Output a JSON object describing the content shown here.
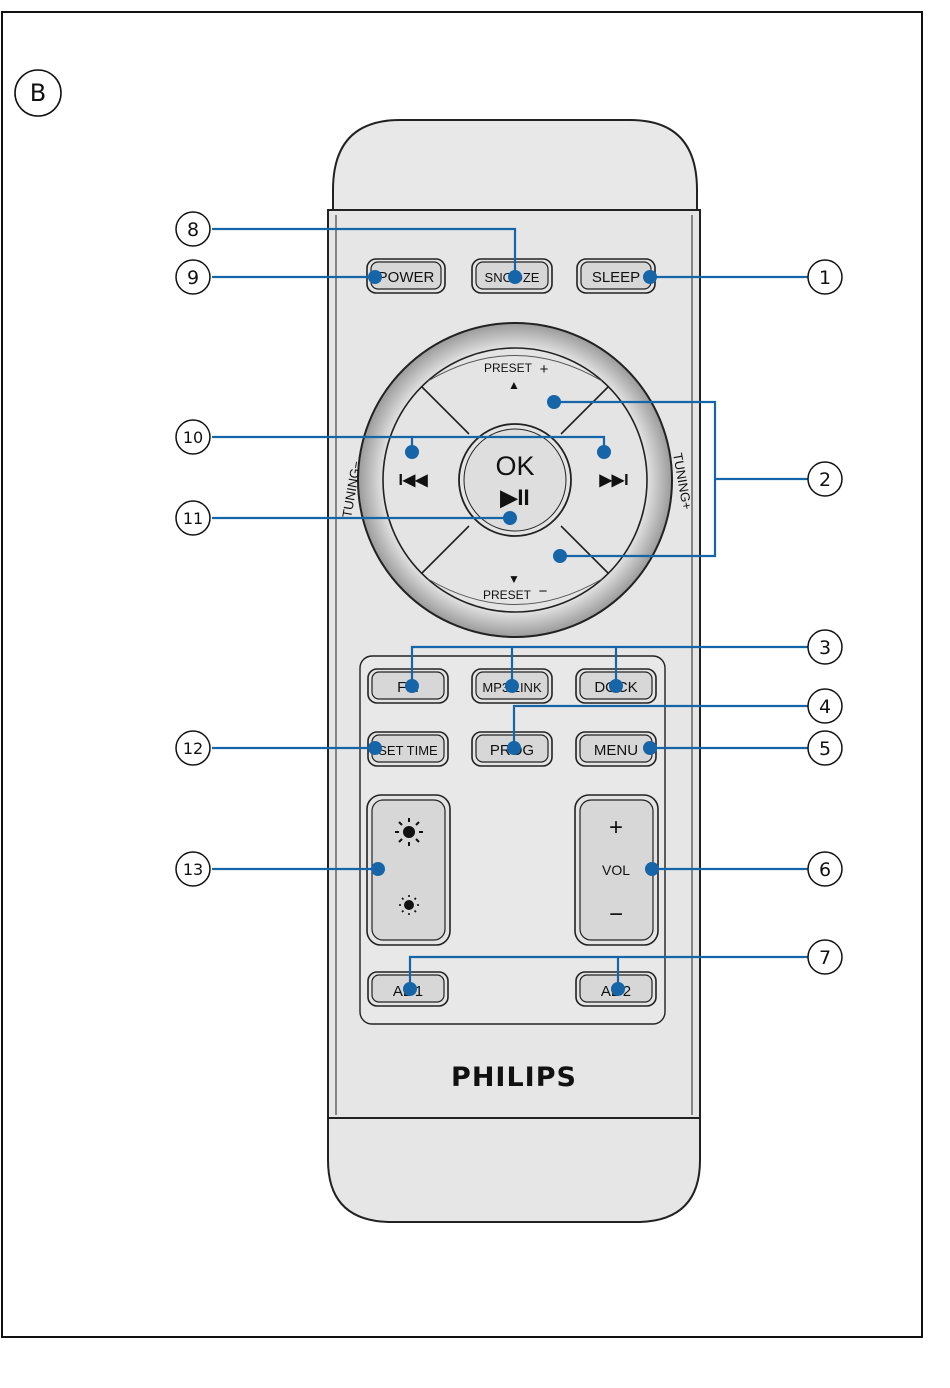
{
  "figure_label": "B",
  "brand": "PHILIPS",
  "buttons": {
    "power": "POWER",
    "snooze": "SNOOZE",
    "sleep": "SLEEP",
    "ok_line1": "OK",
    "ok_line2": "▶II",
    "prev": "I◀◀",
    "next": "▶▶I",
    "preset_plus_label": "PRESET",
    "preset_plus_sign": "+",
    "preset_up_arrow": "▲",
    "preset_minus_label": "PRESET",
    "preset_minus_sign": "−",
    "preset_down_arrow": "▼",
    "tuning_minus": "TUNING−",
    "tuning_plus": "TUNING+",
    "fm": "FM",
    "mp3_link": "MP3 LINK",
    "dock": "DOCK",
    "set_time": "SET TIME",
    "prog": "PROG",
    "menu": "MENU",
    "vol_plus": "+",
    "vol": "VOL",
    "vol_minus": "−",
    "al1": "AL 1",
    "al2": "AL 2"
  },
  "callouts": [
    "1",
    "2",
    "3",
    "4",
    "5",
    "6",
    "7",
    "8",
    "9",
    "10",
    "11",
    "12",
    "13"
  ],
  "colors": {
    "leader": "#1565a8",
    "body": "#e6e6e6",
    "outline": "#222222"
  }
}
